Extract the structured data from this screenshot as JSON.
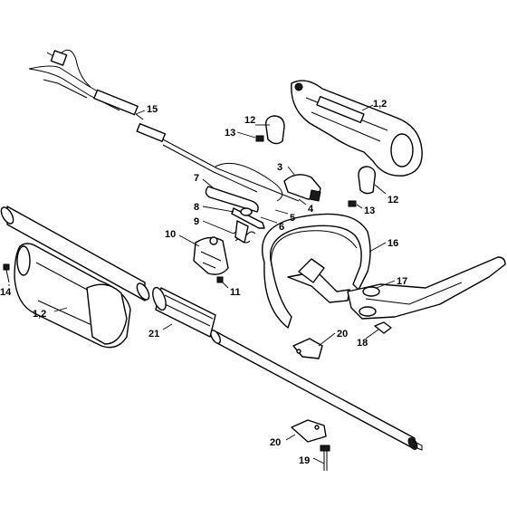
{
  "labels": {
    "l1_2_top": "1,2",
    "l1_2_left": "1,2",
    "l3": "3",
    "l4": "4",
    "l5": "5",
    "l6": "6",
    "l7": "7",
    "l8": "8",
    "l9": "9",
    "l10": "10",
    "l11": "11",
    "l12_top": "12",
    "l12_right": "12",
    "l13_left": "13",
    "l13_right": "13",
    "l14": "14",
    "l15": "15",
    "l16": "16",
    "l17": "17",
    "l18": "18",
    "l19": "19",
    "l20_mid": "20",
    "l20_low": "20",
    "l21": "21"
  }
}
